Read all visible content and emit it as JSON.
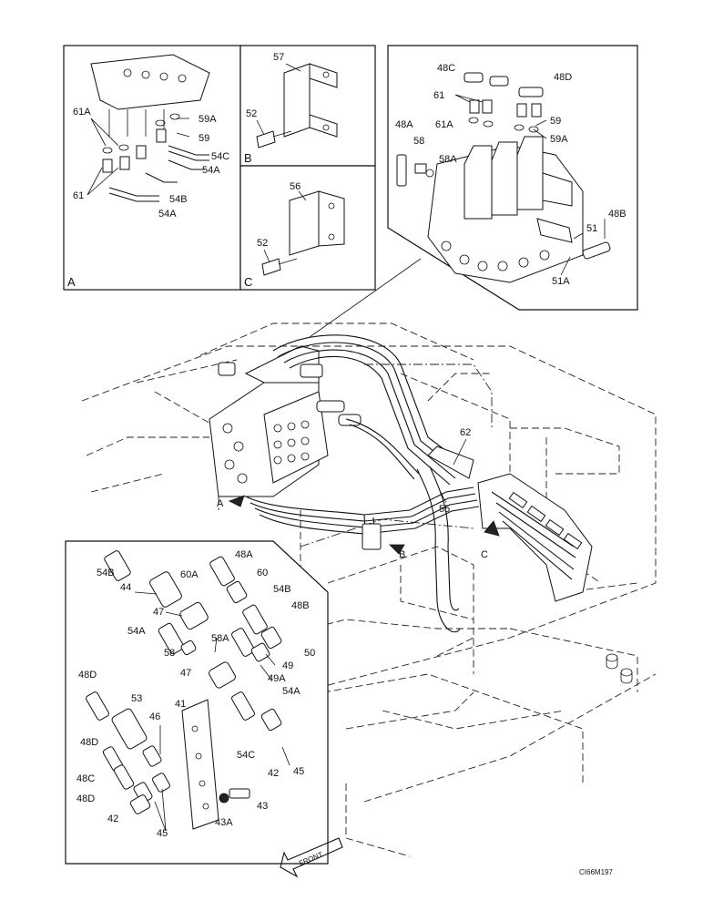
{
  "panels": {
    "a": {
      "letter": "A",
      "labels": [
        "61A",
        "59A",
        "59",
        "54C",
        "54A",
        "61",
        "54B",
        "54A"
      ]
    },
    "b": {
      "letter": "B",
      "labels": [
        "57",
        "52"
      ]
    },
    "c": {
      "letter": "C",
      "labels": [
        "56",
        "52"
      ]
    },
    "valve": {
      "labels": [
        "48C",
        "48D",
        "61",
        "61A",
        "59",
        "59A",
        "48A",
        "58",
        "58A",
        "48B",
        "51",
        "51A"
      ]
    }
  },
  "main": {
    "labels": [
      "62",
      "55"
    ],
    "view_markers": [
      "A",
      "B",
      "C"
    ],
    "front_label": "FRONT"
  },
  "detail": {
    "labels": [
      "54B",
      "48A",
      "60A",
      "60",
      "44",
      "54B",
      "47",
      "48B",
      "54A",
      "58A",
      "58",
      "50",
      "49",
      "47",
      "49A",
      "48D",
      "54A",
      "53",
      "41",
      "46",
      "48D",
      "54C",
      "42",
      "45",
      "48C",
      "48D",
      "43",
      "42",
      "45",
      "43A"
    ]
  },
  "drawing_code": "CI66M197"
}
